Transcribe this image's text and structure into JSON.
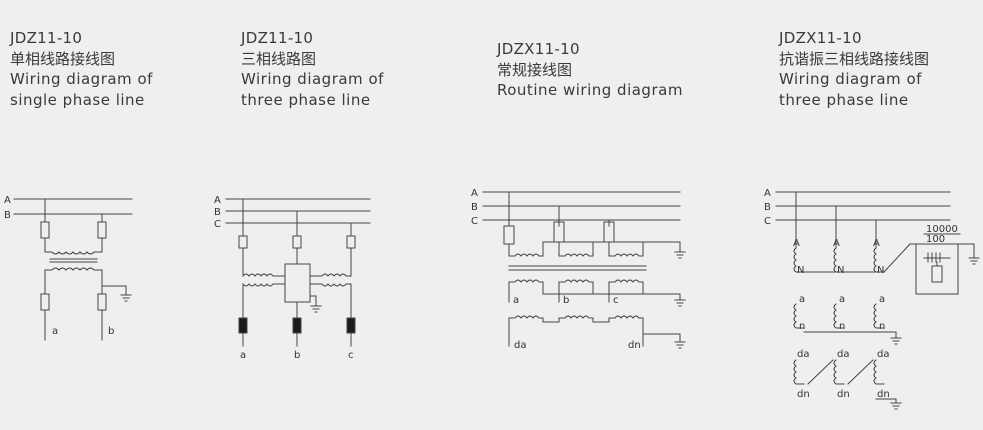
{
  "panels": [
    {
      "model": "JDZ11-10",
      "title_cn": "单相线路接线图",
      "title_en_lines": [
        "Wiring diagram of",
        "single phase line"
      ],
      "bus_labels": [
        "A",
        "B"
      ],
      "terminal_labels": [
        "a",
        "b"
      ]
    },
    {
      "model": "JDZ11-10",
      "title_cn": "三相线路图",
      "title_en_lines": [
        "Wiring diagram of",
        "three phase line"
      ],
      "bus_labels": [
        "A",
        "B",
        "C"
      ],
      "terminal_labels": [
        "a",
        "b",
        "c"
      ]
    },
    {
      "model": "JDZX11-10",
      "title_cn": "常规接线图",
      "title_en_lines": [
        "Routine wiring diagram"
      ],
      "bus_labels": [
        "A",
        "B",
        "C"
      ],
      "secondary_labels": [
        "a",
        "b",
        "c"
      ],
      "residual_labels": [
        "da",
        "dn"
      ]
    },
    {
      "model": "JDZX11-10",
      "title_cn": "抗谐振三相线路接线图",
      "title_en_lines": [
        "Wiring diagram of",
        "three phase line"
      ],
      "bus_labels": [
        "A",
        "B",
        "C"
      ],
      "primary_top_labels": [
        "A",
        "A",
        "A"
      ],
      "primary_bottom_labels": [
        "N",
        "N",
        "N"
      ],
      "secondary_top_labels": [
        "a",
        "a",
        "a"
      ],
      "secondary_bottom_labels": [
        "n",
        "n",
        "n"
      ],
      "residual_top_labels": [
        "da",
        "da",
        "da"
      ],
      "residual_bottom_labels": [
        "dn",
        "dn",
        "dn"
      ],
      "damper_labels": [
        "10000",
        "100"
      ]
    }
  ],
  "colors": {
    "background": "#efefef",
    "line": "#444444",
    "text": "#3a3a3a",
    "fuse_solid": "#1a1a1a"
  }
}
